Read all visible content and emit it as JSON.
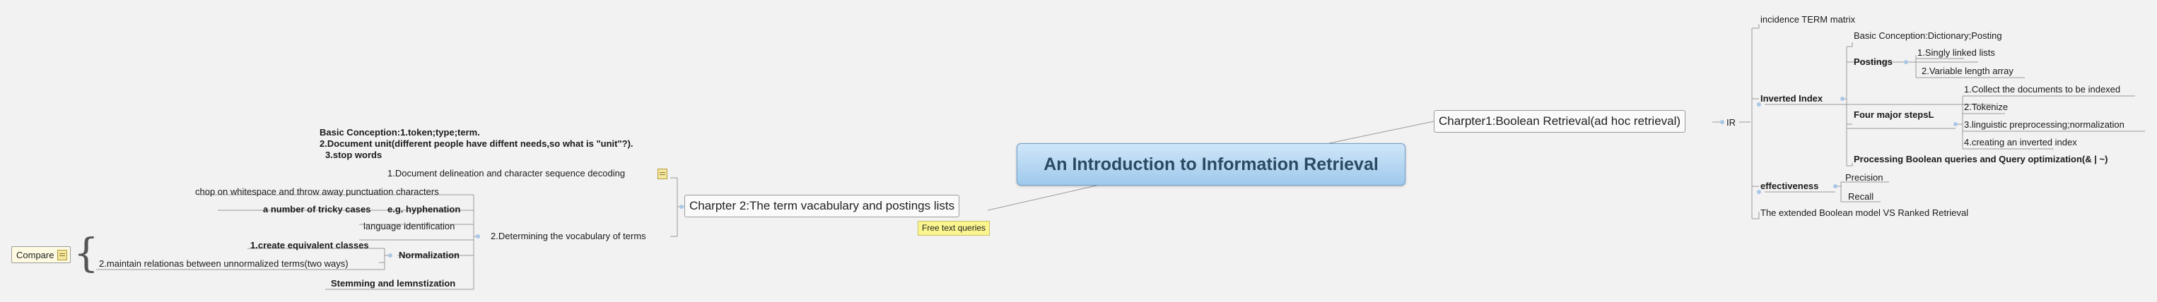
{
  "root": {
    "title": "An Introduction to Information Retrieval"
  },
  "chapter1": {
    "title": "Charpter1:Boolean Retrieval(ad hoc retrieval)",
    "ir": {
      "label": "IR",
      "incidence": "incidence TERM matrix",
      "inverted_index": {
        "label": "Inverted Index",
        "basic": "Basic Conception:Dictionary;Posting",
        "postings": {
          "label": "Postings",
          "items": [
            "1.Singly linked lists",
            "2.Variable length array"
          ]
        },
        "four_steps": {
          "label": "Four major stepsL",
          "items": [
            "1.Collect the documents to be indexed",
            "2.Tokenize",
            "3.linguistic preprocessing;normalization",
            "4.creating an inverted index"
          ]
        },
        "processing": "Processing Boolean queries and Query optimization(& | ~)"
      },
      "effectiveness": {
        "label": "effectiveness",
        "items": [
          "Precision",
          "Recall"
        ]
      },
      "extended": "The extended Boolean model VS Ranked Retrieval",
      "callout": "Free text queries"
    }
  },
  "chapter2": {
    "title": "Charpter 2:The term vacabulary and postings lists",
    "delineation": {
      "label": "1.Document delineation and character sequence decoding",
      "note": [
        "Basic Conception:1.token;type;term.",
        "2.Document unit(different people have diffent needs,so what is \"unit\"?).",
        "3.stop words"
      ]
    },
    "vocabulary": {
      "label": "2.Determining the vocabulary of terms",
      "whitespace": "chop on whitespace and throw away punctuation characters",
      "tricky": {
        "label": "a number of tricky cases",
        "child": "e.g. hyphenation"
      },
      "language": "language identification",
      "normalization": {
        "label": "Normalization",
        "items": [
          "1.create equivalent classes",
          "2.maintain relationas between unnormalized terms(two ways)"
        ],
        "compare": "Compare"
      },
      "stemming": "Stemming and lemnstization"
    }
  }
}
